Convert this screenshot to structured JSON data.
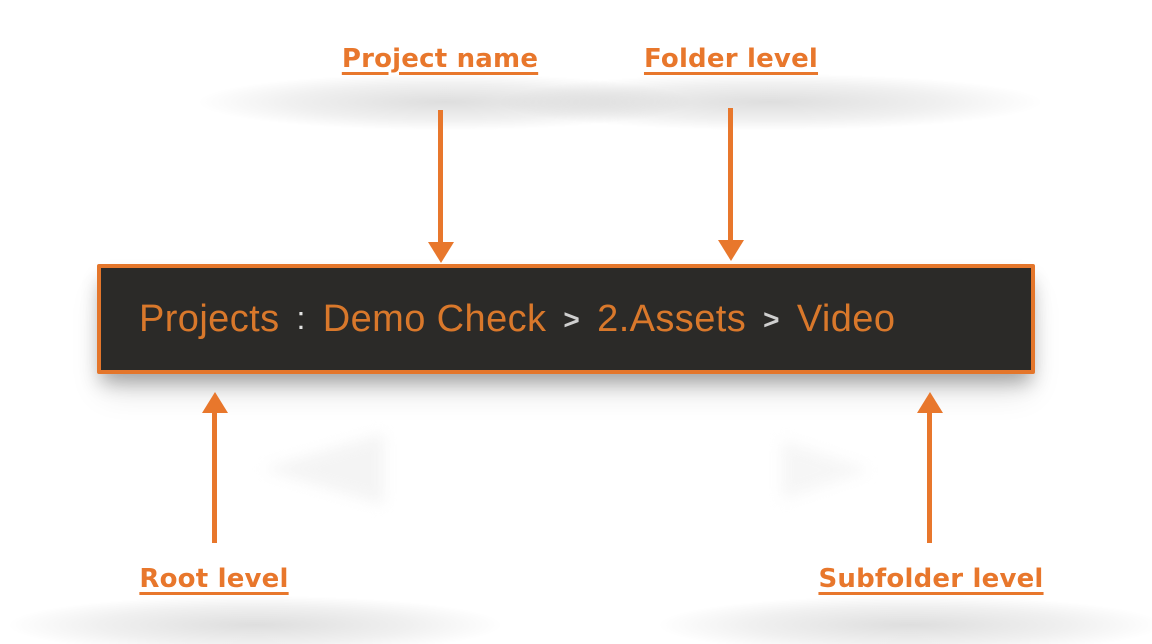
{
  "annotations": {
    "project_name_label": "Project name",
    "folder_level_label": "Folder level",
    "root_level_label": "Root level",
    "subfolder_level_label": "Subfolder level"
  },
  "breadcrumb": {
    "root_label": "Projects",
    "root_separator": ":",
    "project_name": "Demo Check",
    "separator": ">",
    "folder": "2.Assets",
    "subfolder": "Video"
  },
  "colors": {
    "accent_orange": "#E8772C",
    "breadcrumb_border": "#E4762B",
    "breadcrumb_background": "#2B2A28",
    "breadcrumb_text": "#D9782B",
    "separator_gray": "#CFCFCF"
  }
}
